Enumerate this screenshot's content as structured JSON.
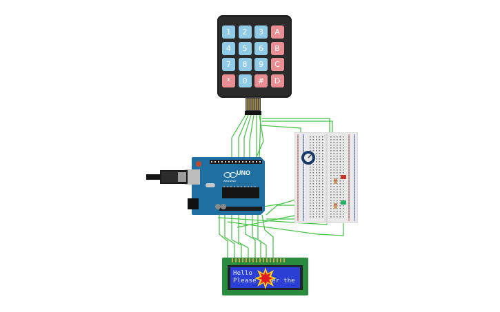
{
  "keypad": {
    "keys": [
      {
        "label": "1",
        "color": "#8fcbe6"
      },
      {
        "label": "2",
        "color": "#8fcbe6"
      },
      {
        "label": "3",
        "color": "#8fcbe6"
      },
      {
        "label": "A",
        "color": "#e98f94"
      },
      {
        "label": "4",
        "color": "#8fcbe6"
      },
      {
        "label": "5",
        "color": "#8fcbe6"
      },
      {
        "label": "6",
        "color": "#8fcbe6"
      },
      {
        "label": "B",
        "color": "#e98f94"
      },
      {
        "label": "7",
        "color": "#8fcbe6"
      },
      {
        "label": "8",
        "color": "#8fcbe6"
      },
      {
        "label": "9",
        "color": "#8fcbe6"
      },
      {
        "label": "C",
        "color": "#e98f94"
      },
      {
        "label": "*",
        "color": "#e98f94"
      },
      {
        "label": "0",
        "color": "#8fcbe6"
      },
      {
        "label": "#",
        "color": "#e98f94"
      },
      {
        "label": "D",
        "color": "#e98f94"
      }
    ]
  },
  "arduino": {
    "model_label": "UNO",
    "brand_label": "ARDUINO",
    "board_color": "#1f6fa3"
  },
  "lcd": {
    "line1": "Hello",
    "line2": "Please    er the",
    "screen_color": "#2b3fd7",
    "board_color": "#2a8a3e"
  },
  "breadboard": {
    "led_colors": [
      "#c0392b",
      "#27ae60"
    ],
    "potentiometer_icon": "potentiometer-knob-icon"
  },
  "wire_color": "#3ec23e",
  "burst_icon": "explosion-icon"
}
